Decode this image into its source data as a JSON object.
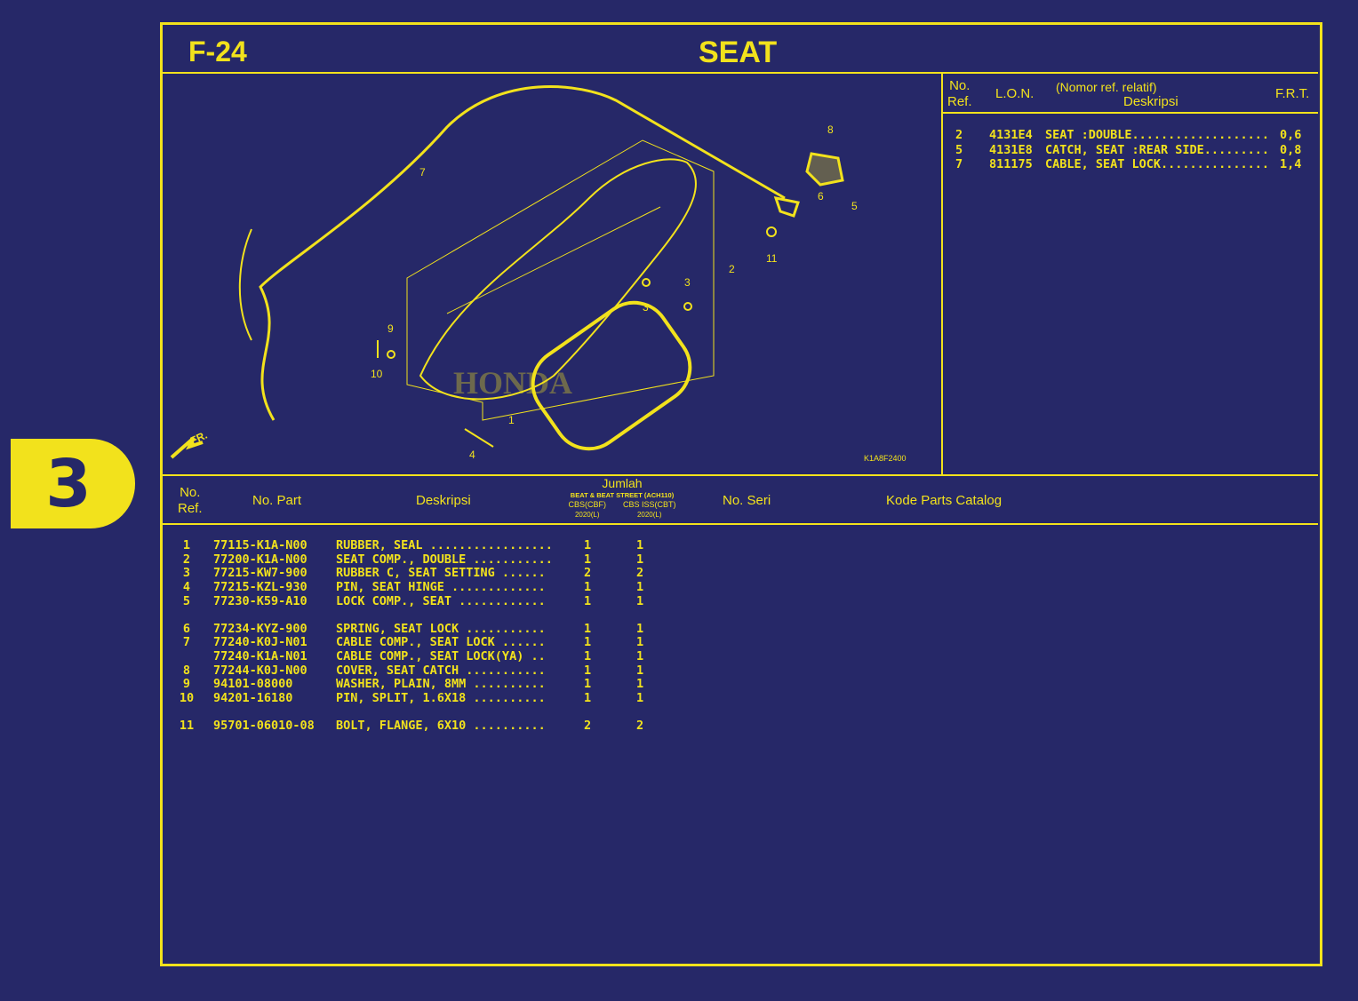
{
  "section_badge": "3",
  "header": {
    "code": "F-24",
    "title": "SEAT"
  },
  "diagram": {
    "callouts": [
      "1",
      "2",
      "3",
      "3",
      "4",
      "5",
      "6",
      "7",
      "8",
      "9",
      "10",
      "11"
    ],
    "front_label": "FR.",
    "brand_watermark": "HONDA",
    "drawing_code": "K1A8F2400"
  },
  "frt_table": {
    "headers": {
      "ref": [
        "No.",
        "Ref."
      ],
      "lon": "L.O.N.",
      "desc_top": "(Nomor ref. relatif)",
      "desc": "Deskripsi",
      "frt": "F.R.T."
    },
    "rows": [
      {
        "ref": "2",
        "lon": "4131E4",
        "desc": "SEAT :DOUBLE...................",
        "frt": "0,6"
      },
      {
        "ref": "5",
        "lon": "4131E8",
        "desc": "CATCH, SEAT :REAR SIDE.........",
        "frt": "0,8"
      },
      {
        "ref": "7",
        "lon": "811175",
        "desc": "CABLE, SEAT LOCK...............",
        "frt": "1,4"
      }
    ]
  },
  "parts_table": {
    "headers": {
      "ref": [
        "No.",
        "Ref."
      ],
      "part": "No. Part",
      "desc": "Deskripsi",
      "qty": "Jumlah",
      "model": "BEAT & BEAT STREET (ACH110)",
      "col1": [
        "CBS(CBF)",
        "2020(L)"
      ],
      "col2": [
        "CBS ISS(CBT)",
        "2020(L)"
      ],
      "serial": "No. Seri",
      "catalog": "Kode Parts Catalog"
    },
    "rows": [
      {
        "ref": "1",
        "part": "77115-K1A-N00",
        "desc": "RUBBER, SEAL .................",
        "q1": "1",
        "q2": "1"
      },
      {
        "ref": "2",
        "part": "77200-K1A-N00",
        "desc": "SEAT COMP., DOUBLE ...........",
        "q1": "1",
        "q2": "1"
      },
      {
        "ref": "3",
        "part": "77215-KW7-900",
        "desc": "RUBBER C, SEAT SETTING ......",
        "q1": "2",
        "q2": "2"
      },
      {
        "ref": "4",
        "part": "77215-KZL-930",
        "desc": "PIN, SEAT HINGE .............",
        "q1": "1",
        "q2": "1"
      },
      {
        "ref": "5",
        "part": "77230-K59-A10",
        "desc": "LOCK COMP., SEAT ............",
        "q1": "1",
        "q2": "1"
      },
      {
        "ref": "6",
        "part": "77234-KYZ-900",
        "desc": "SPRING, SEAT LOCK ...........",
        "q1": "1",
        "q2": "1"
      },
      {
        "ref": "7",
        "part": "77240-K0J-N01",
        "desc": "CABLE COMP., SEAT LOCK ......",
        "q1": "1",
        "q2": "1"
      },
      {
        "ref": "",
        "part": "77240-K1A-N01",
        "desc": "CABLE COMP., SEAT LOCK(YA) ..",
        "q1": "1",
        "q2": "1"
      },
      {
        "ref": "8",
        "part": "77244-K0J-N00",
        "desc": "COVER, SEAT CATCH ...........",
        "q1": "1",
        "q2": "1"
      },
      {
        "ref": "9",
        "part": "94101-08000",
        "desc": "WASHER, PLAIN, 8MM ..........",
        "q1": "1",
        "q2": "1"
      },
      {
        "ref": "10",
        "part": "94201-16180",
        "desc": "PIN, SPLIT, 1.6X18 ..........",
        "q1": "1",
        "q2": "1"
      },
      {
        "ref": "11",
        "part": "95701-06010-08",
        "desc": "BOLT, FLANGE, 6X10 ..........",
        "q1": "2",
        "q2": "2"
      }
    ]
  },
  "colors": {
    "background": "#262868",
    "ink": "#f2e21c"
  }
}
